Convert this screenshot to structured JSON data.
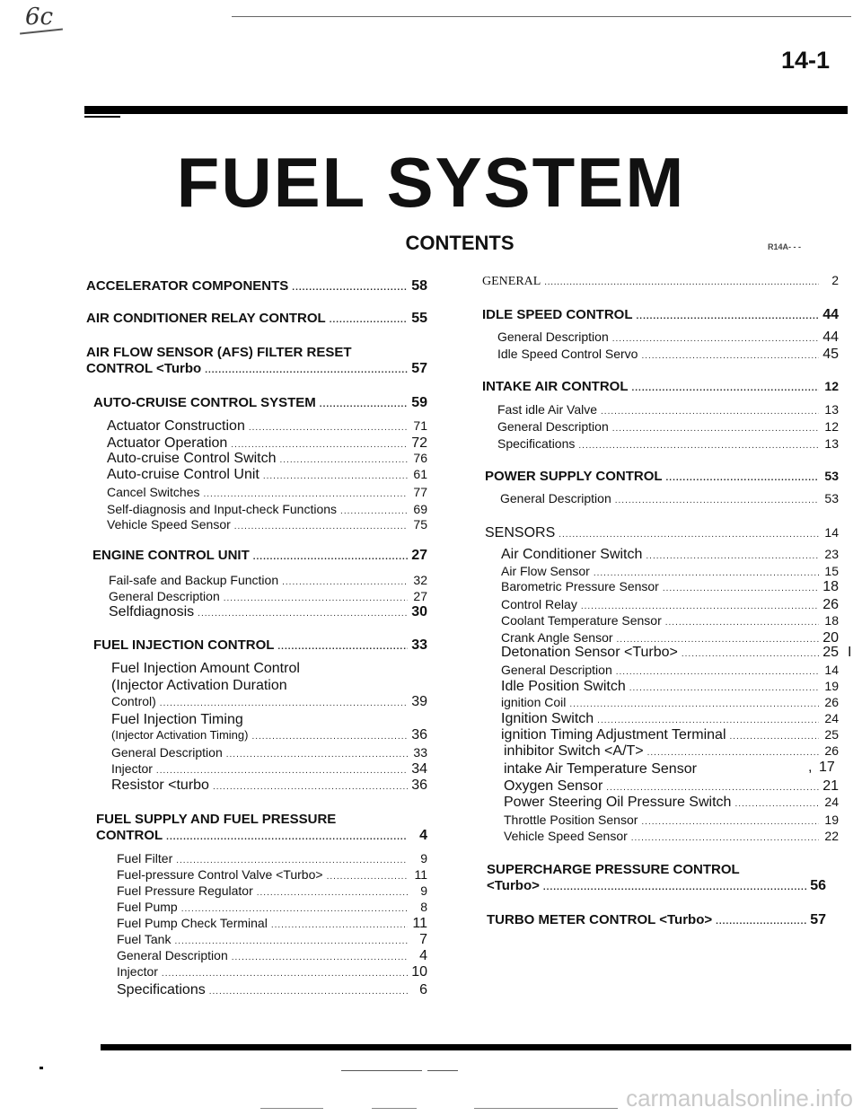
{
  "header": {
    "handwriting": "6c",
    "page_number": "14-1",
    "title": "FUEL SYSTEM",
    "contents_label": "CONTENTS",
    "code": "R14A- - -"
  },
  "left": {
    "accel": {
      "label": "ACCELERATOR COMPONENTS",
      "page": "58"
    },
    "aircon": {
      "label": "AIR CONDITIONER RELAY CONTROL",
      "page": "55"
    },
    "afs_line1": "AIR FLOW SENSOR (AFS) FILTER RESET",
    "afs": {
      "label": "CONTROL <Turbo",
      "page": "57"
    },
    "autocruise": {
      "label": "AUTO-CRUISE CONTROL SYSTEM",
      "page": "59"
    },
    "ac_items": [
      {
        "label": "Actuator Construction",
        "page": "71"
      },
      {
        "label": "Actuator Operation",
        "page": "72"
      },
      {
        "label": "Auto-cruise Control Switch",
        "page": "76"
      },
      {
        "label": "Auto-cruise Control Unit",
        "page": "61"
      },
      {
        "label": "Cancel Switches",
        "page": "77"
      },
      {
        "label": "Self-diagnosis and Input-check Functions",
        "page": "69"
      },
      {
        "label": "Vehicle Speed Sensor",
        "page": "75"
      }
    ],
    "ecu": {
      "label": "ENGINE CONTROL UNIT",
      "page": "27"
    },
    "ecu_items": [
      {
        "label": "Fail-safe and Backup Function",
        "page": "32"
      },
      {
        "label": "General Description",
        "page": "27"
      },
      {
        "label": "Selfdiagnosis",
        "page": "30"
      }
    ],
    "fic": {
      "label": "FUEL INJECTION CONTROL",
      "page": "33"
    },
    "fic_line1": "Fuel Injection Amount Control",
    "fic_line2": "(Injector Activation Duration",
    "fic_items": [
      {
        "label": "Control)",
        "page": "39"
      },
      {
        "label": "(Injector Activation Timing)",
        "page": "36"
      },
      {
        "label": "General Description",
        "page": "33"
      },
      {
        "label": "Injector",
        "page": "34"
      },
      {
        "label": "Resistor <turbo",
        "page": "36"
      }
    ],
    "fic_timing": "Fuel Injection Timing",
    "fsp_line1": "FUEL SUPPLY AND FUEL PRESSURE",
    "fsp": {
      "label": "CONTROL",
      "page": "4"
    },
    "fsp_items": [
      {
        "label": "Fuel Filter",
        "page": "9"
      },
      {
        "label": "Fuel-pressure Control Valve <Turbo>",
        "page": "11"
      },
      {
        "label": "Fuel Pressure Regulator",
        "page": "9"
      },
      {
        "label": "Fuel Pump",
        "page": "8"
      },
      {
        "label": "Fuel Pump Check Terminal",
        "page": "11"
      },
      {
        "label": "Fuel Tank",
        "page": "7"
      },
      {
        "label": "General Description",
        "page": "4"
      },
      {
        "label": "Injector",
        "page": "10"
      },
      {
        "label": "Specifications",
        "page": "6"
      }
    ]
  },
  "right": {
    "general": {
      "label": "GENERAL",
      "page": "2"
    },
    "isc": {
      "label": "IDLE SPEED CONTROL",
      "page": "44"
    },
    "isc_items": [
      {
        "label": "General Description",
        "page": "44"
      },
      {
        "label": "Idle Speed Control Servo",
        "page": "45"
      }
    ],
    "iac": {
      "label": "INTAKE AIR CONTROL",
      "page": "12"
    },
    "iac_items": [
      {
        "label": "Fast idle Air Valve",
        "page": "13"
      },
      {
        "label": "General Description",
        "page": "12"
      },
      {
        "label": "Specifications",
        "page": "13"
      }
    ],
    "psc": {
      "label": "POWER SUPPLY CONTROL",
      "page": "53"
    },
    "psc_items": [
      {
        "label": "General Description",
        "page": "53"
      }
    ],
    "sensors": {
      "label": "SENSORS",
      "page": "14"
    },
    "sensor_items": [
      {
        "label": "Air Conditioner Switch",
        "page": "23"
      },
      {
        "label": "Air Flow Sensor",
        "page": "15"
      },
      {
        "label": "Barometric Pressure Sensor",
        "page": "18"
      },
      {
        "label": "Control Relay",
        "page": "26"
      },
      {
        "label": "Coolant Temperature Sensor",
        "page": "18"
      },
      {
        "label": "Crank Angle Sensor",
        "page": "20"
      },
      {
        "label": "Detonation Sensor <Turbo>",
        "page": "25"
      },
      {
        "label": "General Description",
        "page": "14"
      },
      {
        "label": "Idle Position Switch",
        "page": "19"
      },
      {
        "label": "ignition Coil",
        "page": "26"
      },
      {
        "label": "Ignition Switch",
        "page": "24"
      },
      {
        "label": "ignition Timing Adjustment Terminal",
        "page": "25"
      },
      {
        "label": "inhibitor Switch <A/T>",
        "page": "26"
      },
      {
        "label": "intake Air Temperature Sensor",
        "page": "17"
      },
      {
        "label": "Oxygen Sensor",
        "page": "21"
      },
      {
        "label": "Power Steering Oil Pressure Switch",
        "page": "24"
      },
      {
        "label": "Throttle Position Sensor",
        "page": "19"
      },
      {
        "label": "Vehicle Speed Sensor",
        "page": "22"
      }
    ],
    "detonation_mark": "I",
    "intake_temp_comma": ",",
    "spc_line1": "SUPERCHARGE PRESSURE CONTROL",
    "spc": {
      "label": "<Turbo>",
      "page": "56"
    },
    "tmc": {
      "label": "TURBO METER CONTROL <Turbo>",
      "page": "57"
    }
  },
  "footer": {
    "watermark": "carmanualsonline.info"
  }
}
